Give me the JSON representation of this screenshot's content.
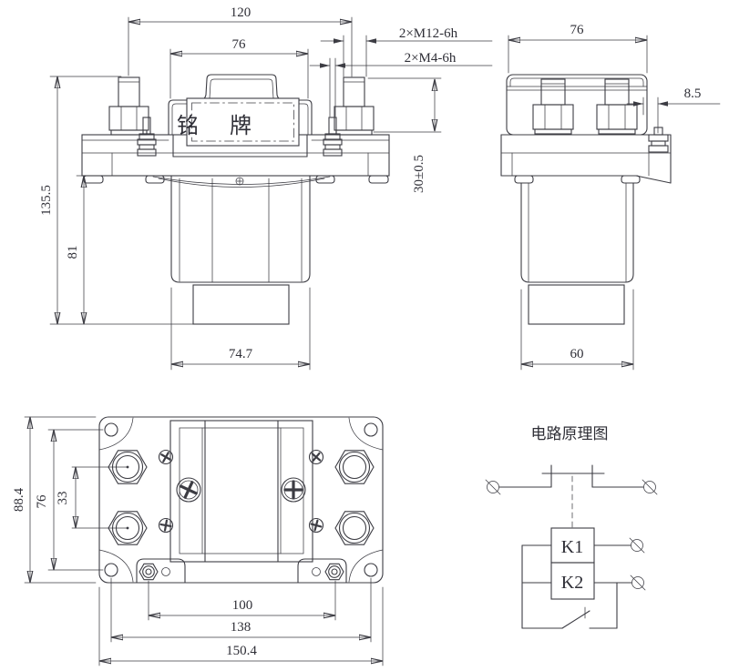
{
  "drawing": {
    "background": "#ffffff",
    "line_color": "#3c3c43",
    "front_view": {
      "nameplate": "铭牌",
      "dim_total_width": "120",
      "dim_cap_width": "76",
      "dim_total_height": "135.5",
      "dim_body_height": "81",
      "dim_body_width": "74.7",
      "dim_stud_height": "30±0.5",
      "label_main_studs": "2×M12-6h",
      "label_coil_studs": "2×M4-6h"
    },
    "side_view": {
      "dim_cap_depth": "76",
      "dim_coil_stud_offset": "8.5",
      "dim_body_depth": "60"
    },
    "bottom_view": {
      "dim_total_depth": "88.4",
      "dim_mount_hole_v": "76",
      "dim_terminal_v": "33",
      "dim_coil_terminal_h": "100",
      "dim_mount_hole_h": "138",
      "dim_total_width": "150.4"
    },
    "circuit": {
      "title": "电路原理图",
      "coil_1": "K1",
      "coil_2": "K2"
    }
  }
}
